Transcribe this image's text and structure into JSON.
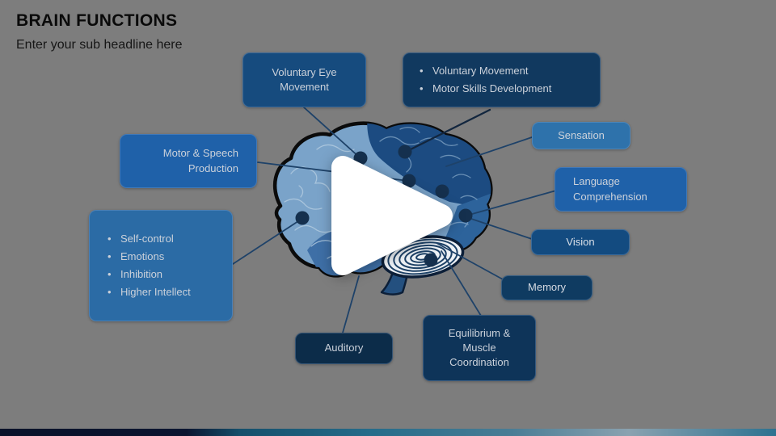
{
  "slide": {
    "title": "BRAIN FUNCTIONS",
    "subtitle": "Enter your sub headline here"
  },
  "callouts": {
    "voluntary_eye": {
      "label": "Voluntary Eye Movement"
    },
    "motor_skills": {
      "items": [
        "Voluntary Movement",
        "Motor Skills Development"
      ]
    },
    "sensation": {
      "label": "Sensation"
    },
    "language": {
      "label": "Language Comprehension"
    },
    "vision": {
      "label": "Vision"
    },
    "memory": {
      "label": "Memory"
    },
    "equilibrium": {
      "label": "Equilibrium & Muscle Coordination"
    },
    "auditory": {
      "label": "Auditory"
    },
    "frontal": {
      "items": [
        "Self-control",
        "Emotions",
        "Inhibition",
        "Higher Intellect"
      ]
    },
    "motor_speech": {
      "label": "Motor & Speech Production"
    }
  },
  "player": {
    "play_button": "play"
  },
  "colors": {
    "background": "#7d7d7d",
    "box_dark_navy": "#0c2c49",
    "box_navy": "#11395f",
    "box_blue": "#1f61a9",
    "box_light_blue": "#2e72ab",
    "box_deep_blue": "#164b7e",
    "box_text": "#cbd1da",
    "connector_line": "#1e4269",
    "brain_light": "#7aa3c9",
    "brain_dark": "#1c4b81",
    "bottom_bar_teal": "#2d7290",
    "bottom_bar_navy": "#0a1129"
  }
}
